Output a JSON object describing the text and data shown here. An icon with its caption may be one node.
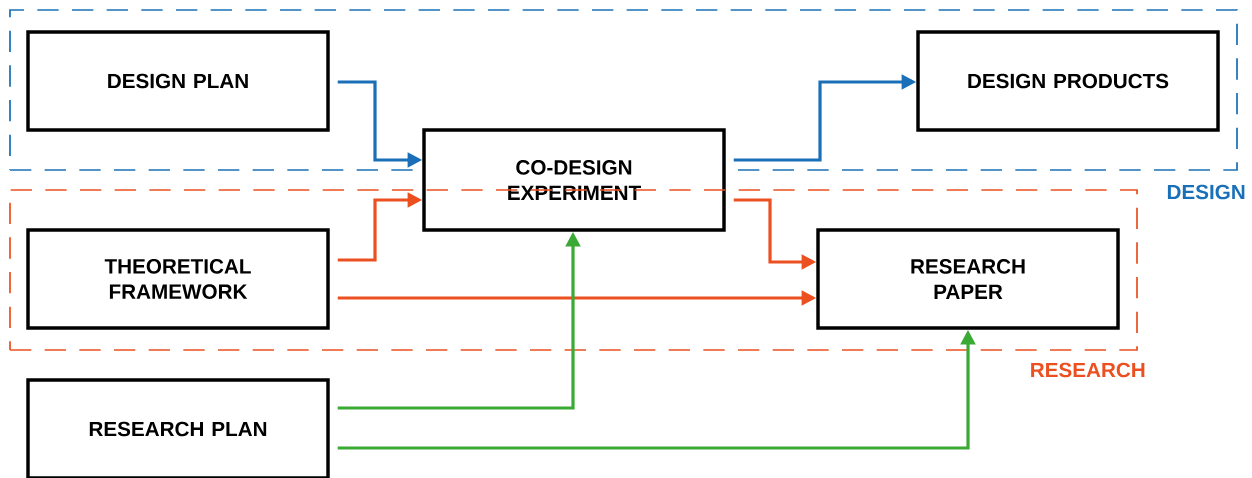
{
  "diagram": {
    "nodes": [
      {
        "text": [
          "DESIGN"
        ]
      },
      {
        "text": [
          "DESIGN PLAN"
        ],
        "in": 0
      },
      {
        "text": [
          "DESIGN PRODUCTS"
        ],
        "in": 0
      },
      {
        "text": [
          "CO-DESIGN EXPERIMENT"
        ]
      },
      {
        "text": [
          "RESEARCH"
        ]
      },
      {
        "text": [
          "THEORETICAL FRAMEWORK"
        ],
        "in": 4
      },
      {
        "text": [
          "RESEARCH PAPER"
        ],
        "in": 4
      },
      {
        "text": [
          "RESEARCH PLAN"
        ]
      }
    ],
    "edges": [
      {
        "from": 1,
        "to": 3,
        "arrow": "to",
        "color": "#1a70b8"
      },
      {
        "from": 3,
        "to": 2,
        "arrow": "to",
        "color": "#1a70b8"
      },
      {
        "from": 5,
        "to": 3,
        "arrow": "to",
        "color": "#ec5020"
      },
      {
        "from": 3,
        "to": 6,
        "arrow": "to",
        "color": "#ec5020"
      },
      {
        "from": 5,
        "to": 6,
        "arrow": "to",
        "color": "#ec5020"
      },
      {
        "from": 7,
        "to": 3,
        "arrow": "to",
        "color": "#3aaa35"
      },
      {
        "from": 7,
        "to": 6,
        "arrow": "to",
        "color": "#3aaa35"
      }
    ]
  }
}
